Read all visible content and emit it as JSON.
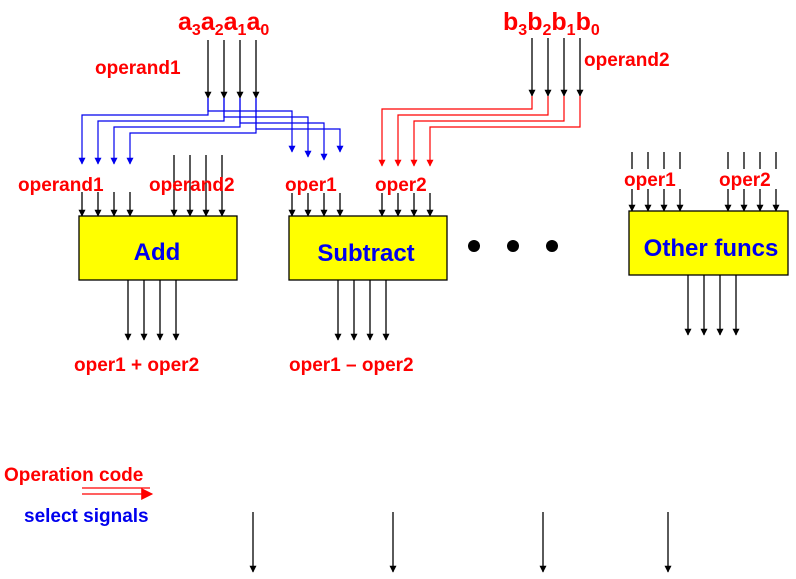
{
  "colors": {
    "red": "#ff0000",
    "blue": "#0000ee",
    "box_fill": "#ffff00",
    "black": "#000000"
  },
  "inputs": {
    "a_bus": [
      {
        "base": "a",
        "sub": "3"
      },
      {
        "base": "a",
        "sub": "2"
      },
      {
        "base": "a",
        "sub": "1"
      },
      {
        "base": "a",
        "sub": "0"
      }
    ],
    "b_bus": [
      {
        "base": "b",
        "sub": "3"
      },
      {
        "base": "b",
        "sub": "2"
      },
      {
        "base": "b",
        "sub": "1"
      },
      {
        "base": "b",
        "sub": "0"
      }
    ],
    "operand1_label": "operand1",
    "operand2_label": "operand2"
  },
  "blocks": {
    "add": {
      "name": "Add",
      "in1_label": "operand1",
      "in2_label": "operand2",
      "out_label": "oper1 + oper2"
    },
    "subtract": {
      "name": "Subtract",
      "in1_label": "oper1",
      "in2_label": "oper2",
      "out_label": "oper1 – oper2"
    },
    "other": {
      "name": "Other funcs",
      "in1_label": "oper1",
      "in2_label": "oper2"
    }
  },
  "legend": {
    "operation_code": "Operation code",
    "select_signals": "select signals"
  }
}
